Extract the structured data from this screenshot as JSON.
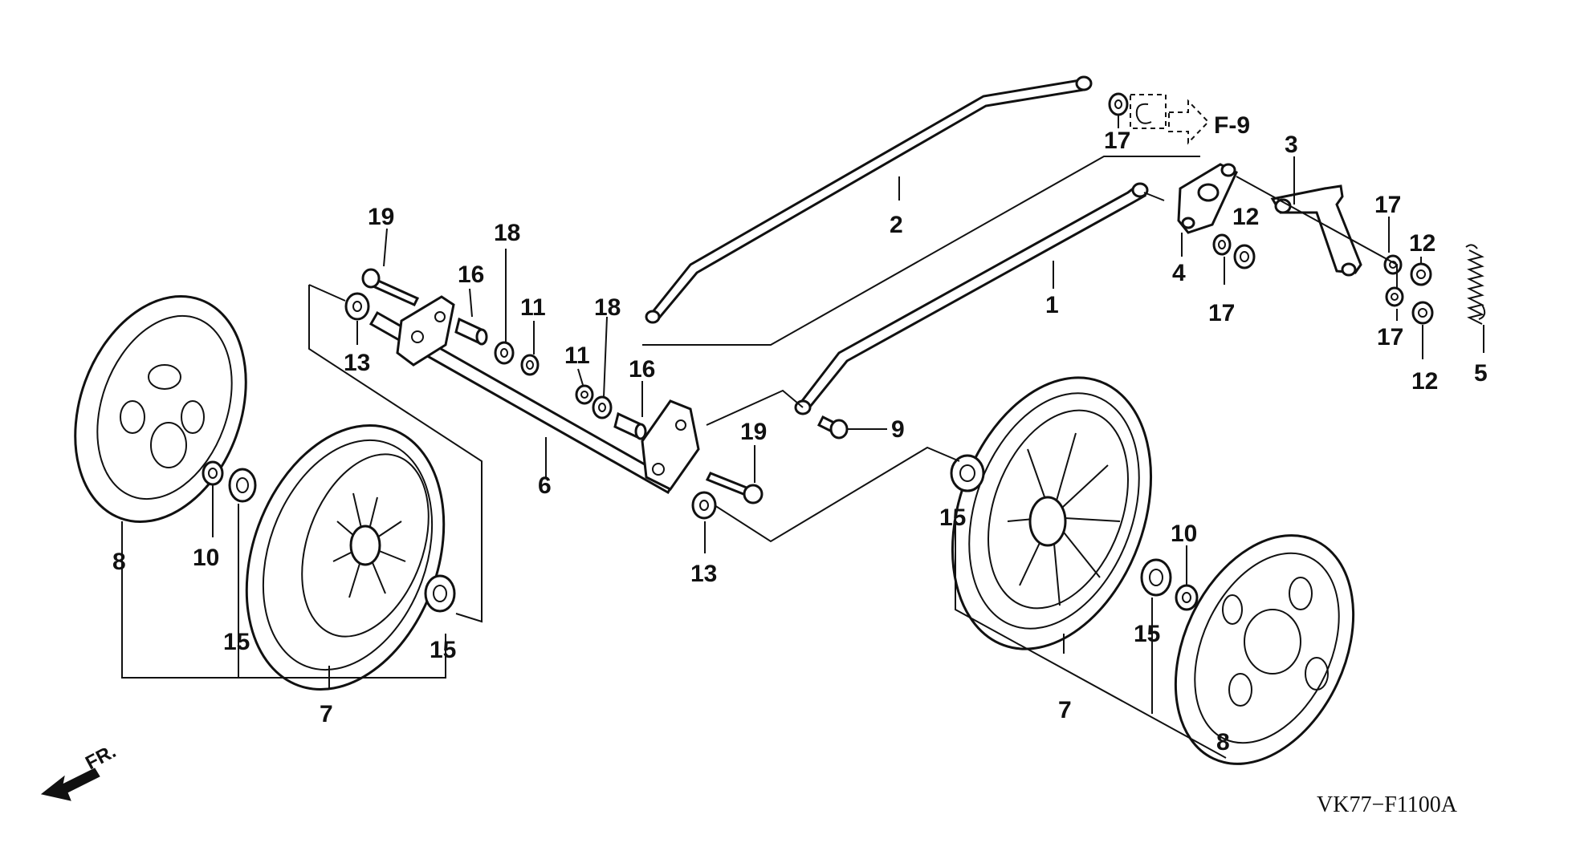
{
  "diagram": {
    "labels": {
      "rod_1": "1",
      "rod_2": "2",
      "lever_3": "3",
      "bracket_4": "4",
      "spring_5": "5",
      "axle_6": "6",
      "wheel_left": "7",
      "wheel_right": "7",
      "cap_left": "8",
      "cap_right": "8",
      "bolt_9": "9",
      "nut_10_left": "10",
      "nut_10_right": "10",
      "nut_11_a": "11",
      "nut_11_b": "11",
      "nut_12_a": "12",
      "nut_12_b": "12",
      "nut_12_c": "12",
      "washer_13_left": "13",
      "washer_13_right": "13",
      "bearing_15_a": "15",
      "bearing_15_b": "15",
      "bearing_15_c": "15",
      "bearing_15_d": "15",
      "collar_16_a": "16",
      "collar_16_b": "16",
      "washer_17_a": "17",
      "washer_17_b": "17",
      "washer_17_c": "17",
      "washer_17_d": "17",
      "washer_18_a": "18",
      "washer_18_b": "18",
      "bolt_19_a": "19",
      "bolt_19_b": "19"
    },
    "reference_label": "F-9",
    "front_label": "FR.",
    "figure_code": "VK77−F1100A"
  }
}
